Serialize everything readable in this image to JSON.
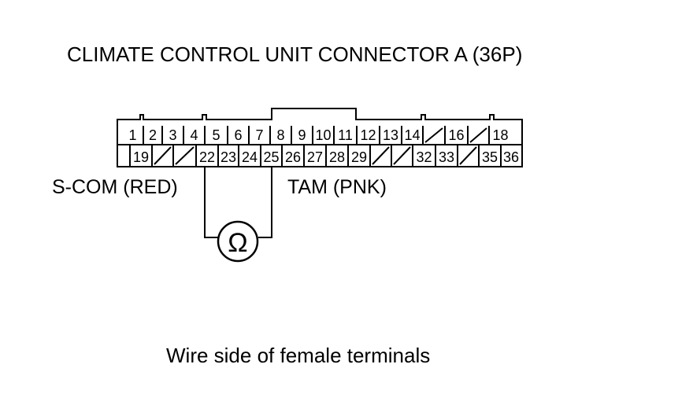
{
  "title": "CLIMATE CONTROL UNIT CONNECTOR A (36P)",
  "caption": "Wire side of female terminals",
  "connector": {
    "top_row": [
      "1",
      "2",
      "3",
      "4",
      "5",
      "6",
      "7",
      "8",
      "9",
      "10",
      "11",
      "12",
      "13",
      "14",
      "",
      "16",
      "",
      "18"
    ],
    "bottom_row": [
      "",
      "19",
      "",
      "",
      "22",
      "23",
      "24",
      "25",
      "26",
      "27",
      "28",
      "29",
      "",
      "",
      "32",
      "33",
      "",
      "35",
      "36"
    ]
  },
  "labels": {
    "left_probe": "S-COM (RED)",
    "right_probe": "TAM (PNK)",
    "meter_symbol": "Ω"
  }
}
